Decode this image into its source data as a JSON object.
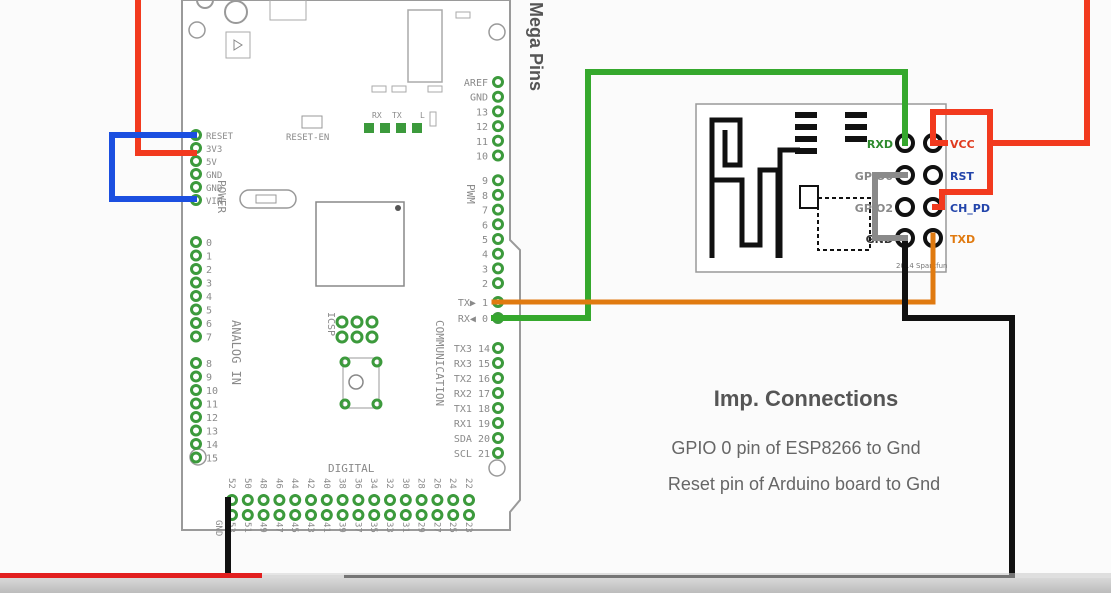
{
  "board": {
    "title": "Mega Pins",
    "power_pins": [
      "RESET",
      "3V3",
      "5V",
      "GND",
      "GND",
      "VIN"
    ],
    "power_label": "POWER",
    "analog_pins": [
      "0",
      "1",
      "2",
      "3",
      "4",
      "5",
      "6",
      "7",
      "8",
      "9",
      "10",
      "11",
      "12",
      "13",
      "14",
      "15"
    ],
    "analog_label": "ANALOG IN",
    "right_top_pins": [
      "AREF",
      "GND",
      "13",
      "12",
      "11",
      "10",
      "9",
      "8",
      "7",
      "6",
      "5",
      "4",
      "3",
      "2"
    ],
    "pwm_label": "PWM",
    "tx_pin": "TX▶ 1",
    "rx_pin": "RX◀ 0",
    "comm_pins": [
      "TX3 14",
      "RX3 15",
      "TX2 16",
      "RX2 17",
      "TX1 18",
      "RX1 19",
      "SDA 20",
      "SCL 21"
    ],
    "comm_label": "COMMUNICATION",
    "digital_label": "DIGITAL",
    "digital_top": [
      "52",
      "50",
      "48",
      "46",
      "44",
      "42",
      "40",
      "38",
      "36",
      "34",
      "32",
      "30",
      "28",
      "26",
      "24",
      "22"
    ],
    "digital_bottom": [
      "53",
      "51",
      "49",
      "47",
      "45",
      "43",
      "41",
      "39",
      "37",
      "35",
      "33",
      "31",
      "29",
      "27",
      "25",
      "23"
    ],
    "gnd_label": "GND",
    "icsp_label": "ICSP",
    "reset_en_label": "RESET-EN",
    "led_labels": [
      "RX",
      "TX",
      "L"
    ]
  },
  "esp": {
    "left_labels": [
      "RXD",
      "GPIO0",
      "GPIO2",
      "GND"
    ],
    "right_labels": [
      "VCC",
      "RST",
      "CH_PD",
      "TXD"
    ],
    "credit": "2014 Sparkfun"
  },
  "notes": {
    "title": "Imp. Connections",
    "lines": [
      "GPIO 0 pin of ESP8266 to Gnd",
      "Reset pin of Arduino board to Gnd"
    ]
  },
  "colors": {
    "red_wire": "#f23a1e",
    "blue_wire": "#1b4fe0",
    "green_wire": "#35a82d",
    "orange_wire": "#e07a10",
    "black_wire": "#111111",
    "gray_wire": "#8a8a8a",
    "pin_green": "#3c9a3c",
    "rxd_label": "#2e8b2e",
    "vcc_label": "#e03a1e",
    "rst_label": "#2244aa",
    "txd_label": "#e07a10"
  },
  "player": {
    "played_fraction": 0.236,
    "buffered_fraction": 0.31
  }
}
